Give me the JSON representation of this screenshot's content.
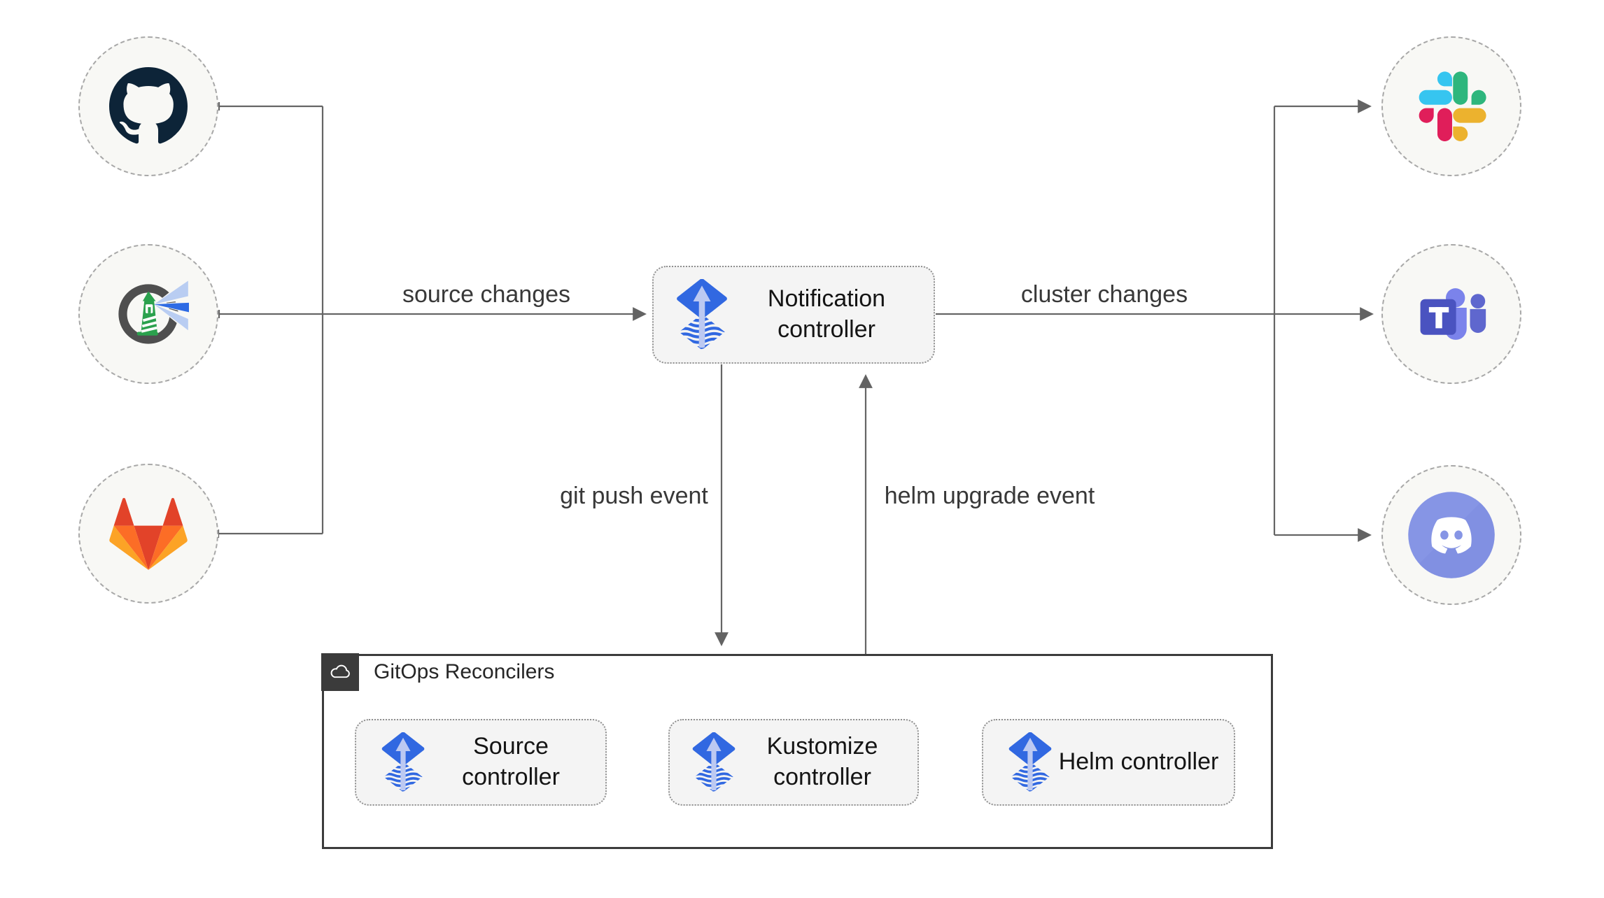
{
  "nodes": {
    "notification": {
      "label": "Notification controller",
      "icon": "flux-icon"
    },
    "source": {
      "label": "Source controller",
      "icon": "flux-icon"
    },
    "kustomize": {
      "label": "Kustomize controller",
      "icon": "flux-icon"
    },
    "helm": {
      "label": "Helm controller",
      "icon": "flux-icon"
    }
  },
  "group": {
    "title": "GitOps Reconcilers",
    "icon": "cloud-icon"
  },
  "edges": {
    "source_changes": "source changes",
    "cluster_changes": "cluster changes",
    "git_push": "git push event",
    "helm_upgrade": "helm upgrade event"
  },
  "endpoints": {
    "left": [
      {
        "icon": "github-icon"
      },
      {
        "icon": "harbor-icon"
      },
      {
        "icon": "gitlab-icon"
      }
    ],
    "right": [
      {
        "icon": "slack-icon"
      },
      {
        "icon": "teams-icon"
      },
      {
        "icon": "discord-icon"
      }
    ]
  },
  "colors": {
    "connector": "#636363",
    "flux_blue": "#3168e1",
    "flux_arrow": "#bcc9f2",
    "node_bg": "#f4f4f4",
    "endpoint_bg": "#f8f8f5",
    "group_border": "#3c3c3c",
    "badge_bg": "#3b3b3b",
    "github": "#0d2438",
    "harbor_green": "#2ba14d",
    "gitlab": [
      "#e24329",
      "#fc6d26",
      "#fca326"
    ],
    "slack": [
      "#36c5f0",
      "#2eb67d",
      "#ecb22e",
      "#e01e5a"
    ],
    "teams": "#4a53c0",
    "discord": "#8695e5"
  }
}
